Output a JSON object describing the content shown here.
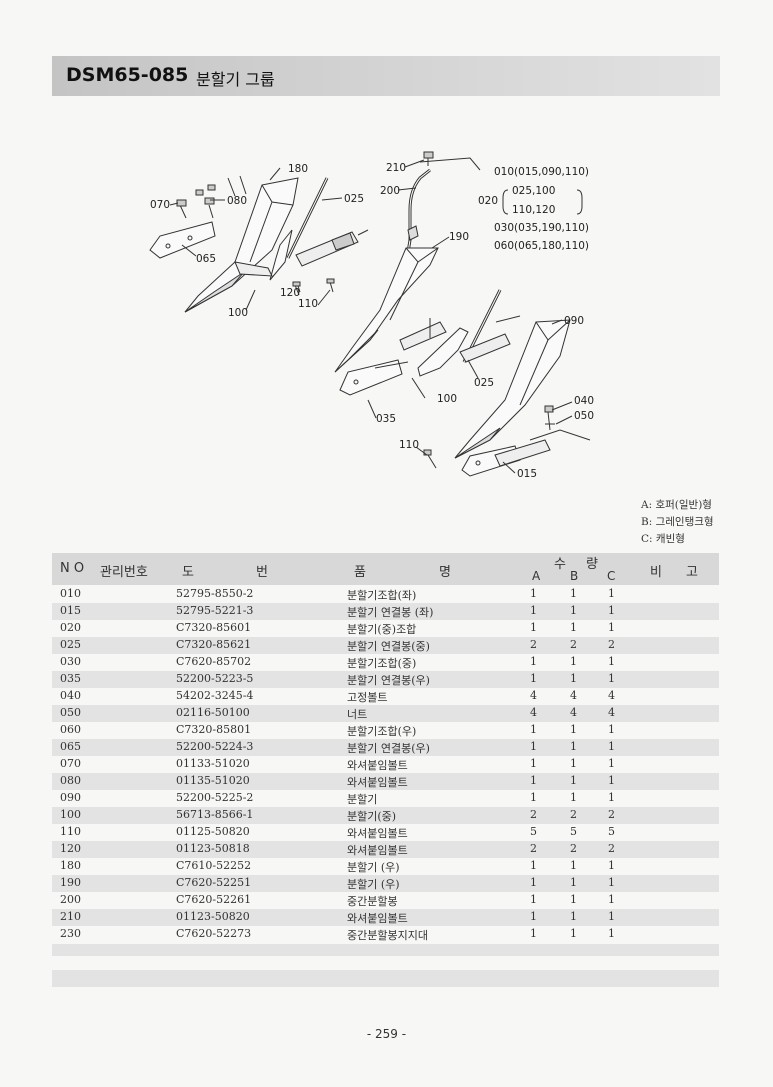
{
  "header": {
    "code": "DSM65-085",
    "title": "분할기 그룹"
  },
  "diagram": {
    "labels": {
      "l180": "180",
      "l070": "070",
      "l080": "080",
      "l025a": "025",
      "l065": "065",
      "l120": "120",
      "l110a": "110",
      "l100a": "100",
      "l210": "210",
      "l200": "200",
      "l190": "190",
      "l090": "090",
      "l025b": "025",
      "l100b": "100",
      "l035": "035",
      "l040": "040",
      "l050": "050",
      "l110b": "110",
      "l015": "015"
    },
    "kits": [
      "010(015,090,110)",
      "020",
      "025,100",
      "110,120",
      "030(035,190,110)",
      "060(065,180,110)"
    ]
  },
  "legend": [
    "A: 호퍼(일반)형",
    "B: 그레인탱크형",
    "C: 캐빈형"
  ],
  "table": {
    "headers": {
      "no": "N O",
      "mgmt": "관리번호",
      "do": "도",
      "beon": "번",
      "pum": "품",
      "myeong": "명",
      "su": "수",
      "ryang": "량",
      "a": "A",
      "b": "B",
      "c": "C",
      "bi": "비",
      "go": "고"
    },
    "rows": [
      {
        "no": "010",
        "part": "52795-8550-2",
        "name": "분할기조합(좌)",
        "a": "1",
        "b": "1",
        "c": "1"
      },
      {
        "no": "015",
        "part": "52795-5221-3",
        "name": "분할기 연결봉 (좌)",
        "a": "1",
        "b": "1",
        "c": "1"
      },
      {
        "no": "020",
        "part": "C7320-85601",
        "name": "분할기(중)조합",
        "a": "1",
        "b": "1",
        "c": "1"
      },
      {
        "no": "025",
        "part": "C7320-85621",
        "name": "분할기 연결봉(중)",
        "a": "2",
        "b": "2",
        "c": "2"
      },
      {
        "no": "030",
        "part": "C7620-85702",
        "name": "분할기조합(중)",
        "a": "1",
        "b": "1",
        "c": "1"
      },
      {
        "no": "035",
        "part": "52200-5223-5",
        "name": "분할기 연결봉(우)",
        "a": "1",
        "b": "1",
        "c": "1"
      },
      {
        "no": "040",
        "part": "54202-3245-4",
        "name": "고정볼트",
        "a": "4",
        "b": "4",
        "c": "4"
      },
      {
        "no": "050",
        "part": "02116-50100",
        "name": "너트",
        "a": "4",
        "b": "4",
        "c": "4"
      },
      {
        "no": "060",
        "part": "C7320-85801",
        "name": "분할기조합(우)",
        "a": "1",
        "b": "1",
        "c": "1"
      },
      {
        "no": "065",
        "part": "52200-5224-3",
        "name": "분할기 연결봉(우)",
        "a": "1",
        "b": "1",
        "c": "1"
      },
      {
        "no": "070",
        "part": "01133-51020",
        "name": "와셔붙임볼트",
        "a": "1",
        "b": "1",
        "c": "1"
      },
      {
        "no": "080",
        "part": "01135-51020",
        "name": "와셔붙임볼트",
        "a": "1",
        "b": "1",
        "c": "1"
      },
      {
        "no": "090",
        "part": "52200-5225-2",
        "name": "분할기",
        "a": "1",
        "b": "1",
        "c": "1"
      },
      {
        "no": "100",
        "part": "56713-8566-1",
        "name": "분할기(중)",
        "a": "2",
        "b": "2",
        "c": "2"
      },
      {
        "no": "110",
        "part": "01125-50820",
        "name": "와셔붙임볼트",
        "a": "5",
        "b": "5",
        "c": "5"
      },
      {
        "no": "120",
        "part": "01123-50818",
        "name": "와셔붙임볼트",
        "a": "2",
        "b": "2",
        "c": "2"
      },
      {
        "no": "180",
        "part": "C7610-52252",
        "name": "분할기 (우)",
        "a": "1",
        "b": "1",
        "c": "1"
      },
      {
        "no": "190",
        "part": "C7620-52251",
        "name": "분할기 (우)",
        "a": "1",
        "b": "1",
        "c": "1"
      },
      {
        "no": "200",
        "part": "C7620-52261",
        "name": "중간분할봉",
        "a": "1",
        "b": "1",
        "c": "1"
      },
      {
        "no": "210",
        "part": "01123-50820",
        "name": "와셔붙임볼트",
        "a": "1",
        "b": "1",
        "c": "1"
      },
      {
        "no": "230",
        "part": "C7620-52273",
        "name": "중간분할봉지지대",
        "a": "1",
        "b": "1",
        "c": "1"
      }
    ]
  },
  "page_number": "- 259 -"
}
